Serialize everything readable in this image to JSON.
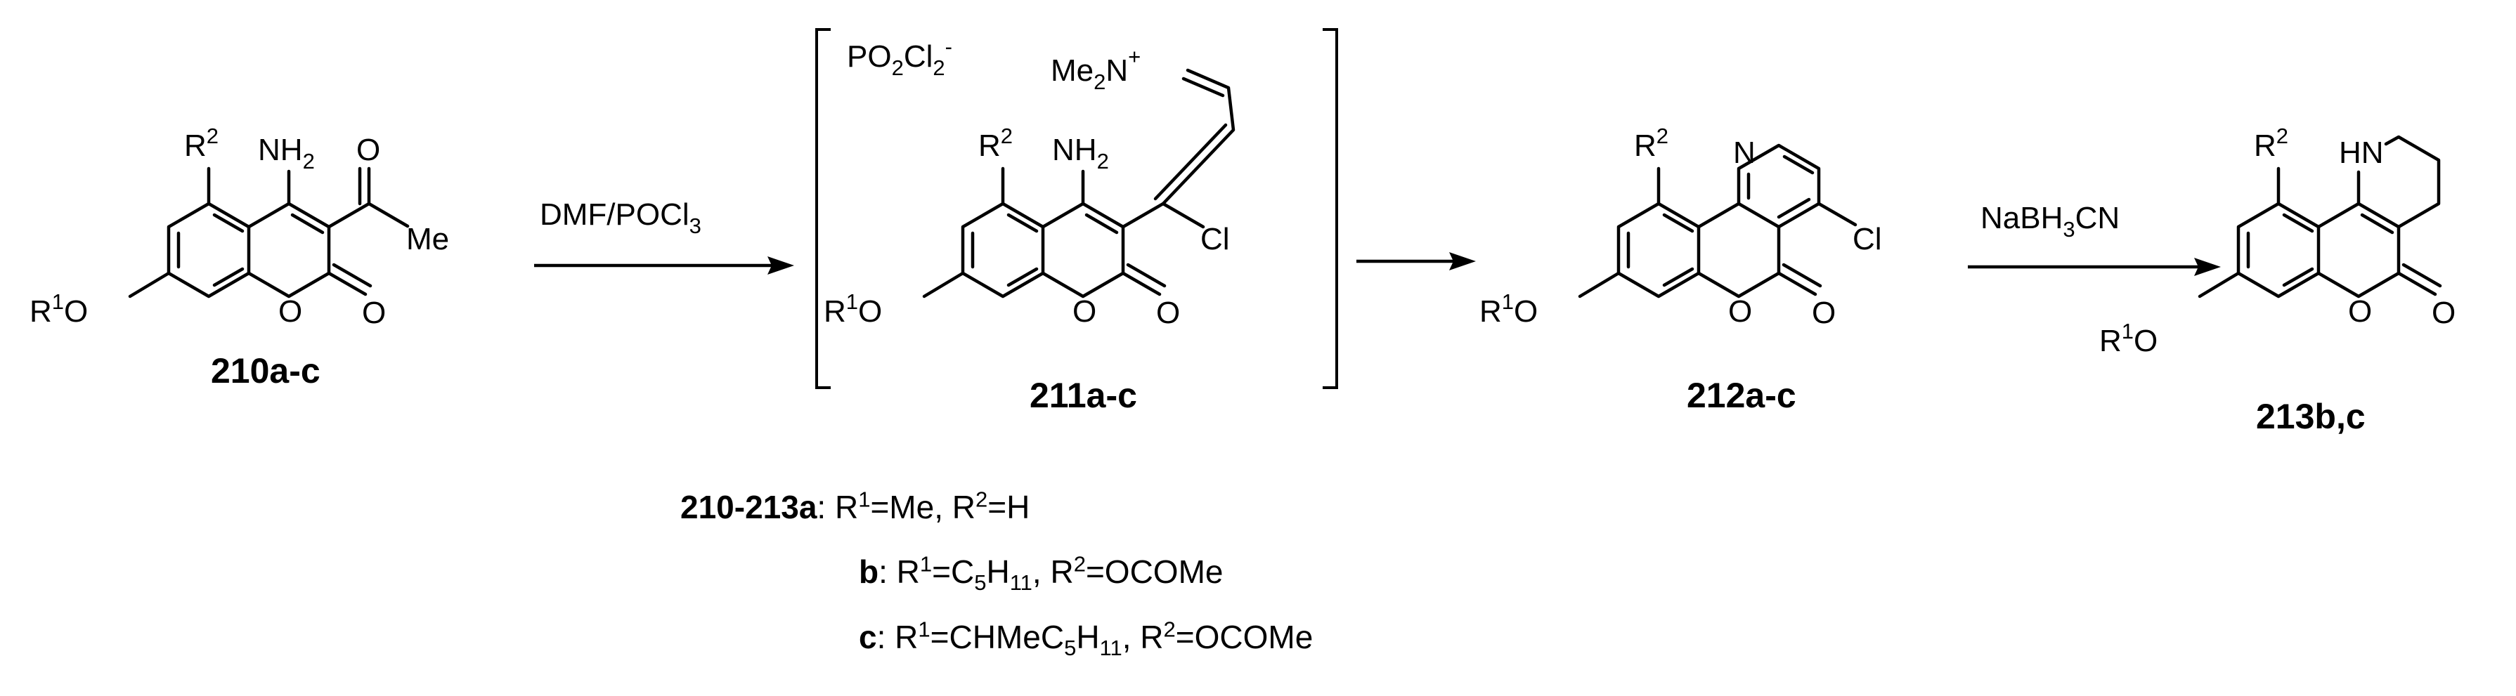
{
  "compounds": {
    "c210": "210a-c",
    "c211": "211a-c",
    "c212": "212a-c",
    "c213": "213b,c"
  },
  "reagents": {
    "step1": "DMF/POCl",
    "step1_sub": "3",
    "step3_a": "NaBH",
    "step3_sub": "3",
    "step3_b": "CN"
  },
  "atoms": {
    "R": "R",
    "one": "1",
    "two": "2",
    "O": "O",
    "NH": "NH",
    "N": "N",
    "HN": "HN",
    "Me": "Me",
    "Cl": "Cl",
    "Me2N": "Me",
    "Me2N_sub": "2",
    "Me2N_N": "N",
    "plus": "+",
    "counterion": "PO",
    "counterion_sub1": "2",
    "counterion_cl": "Cl",
    "counterion_sub2": "2",
    "counterion_charge": "-"
  },
  "legend": {
    "line1_bold": "210-213a",
    "line1_rest_a": ": R",
    "line1_sup1": "1",
    "line1_rest_b": "=Me, R",
    "line1_sup2": "2",
    "line1_rest_c": "=H",
    "line2_bold": "b",
    "line2_rest_a": ": R",
    "line2_sup1": "1",
    "line2_rest_b": "=C",
    "line2_sub1": "5",
    "line2_rest_c": "H",
    "line2_sub2": "11",
    "line2_rest_d": ", R",
    "line2_sup2": "2",
    "line2_rest_e": "=OCOMe",
    "line3_bold": "c",
    "line3_rest_a": ": R",
    "line3_sup1": "1",
    "line3_rest_b": "=CHMeC",
    "line3_sub1": "5",
    "line3_rest_c": "H",
    "line3_sub2": "11",
    "line3_rest_d": ", R",
    "line3_sup2": "2",
    "line3_rest_e": "=OCOMe"
  }
}
